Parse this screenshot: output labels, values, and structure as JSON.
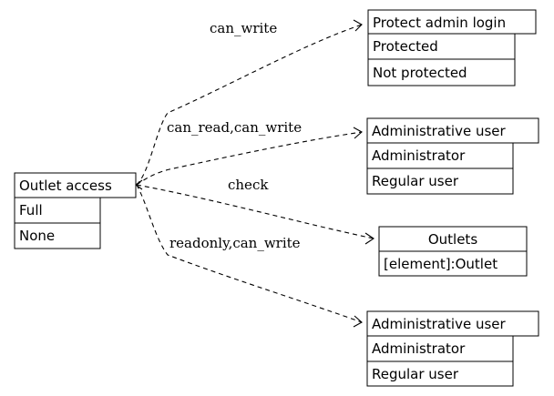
{
  "nodes": {
    "outlet_access": {
      "title": "Outlet access",
      "rows": [
        "Full",
        "None"
      ]
    },
    "protect_admin_login": {
      "title": "Protect admin login",
      "rows": [
        "Protected",
        "Not protected"
      ]
    },
    "administrative_user_1": {
      "title": "Administrative user",
      "rows": [
        "Administrator",
        "Regular user"
      ]
    },
    "outlets": {
      "title": "Outlets",
      "rows": [
        "[element]:Outlet"
      ]
    },
    "administrative_user_2": {
      "title": "Administrative user",
      "rows": [
        "Administrator",
        "Regular user"
      ]
    }
  },
  "edges": {
    "to_protect_admin_login": {
      "label": "can_write"
    },
    "to_administrative_user_1": {
      "label": "can_read,can_write"
    },
    "to_outlets": {
      "label": "check"
    },
    "to_administrative_user_2": {
      "label": "readonly,can_write"
    }
  }
}
